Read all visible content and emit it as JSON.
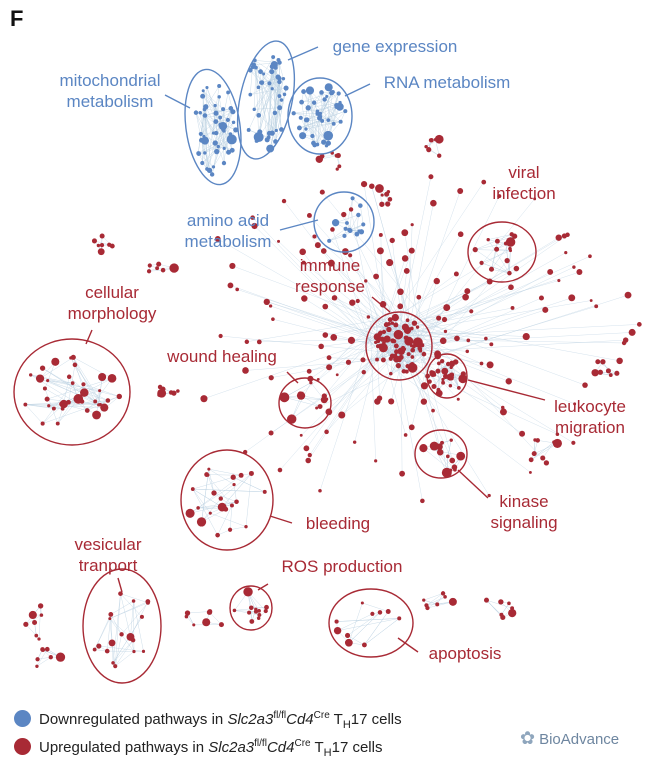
{
  "panel_label": "F",
  "colors": {
    "down": "#5b86c3",
    "up": "#a82a35",
    "edge": "#b8cfe0"
  },
  "clusters": [
    {
      "id": "mito",
      "group": "down",
      "lines": [
        "mitochondrial",
        "metabolism"
      ]
    },
    {
      "id": "gene",
      "group": "down",
      "lines": [
        "gene expression"
      ]
    },
    {
      "id": "rna",
      "group": "down",
      "lines": [
        "RNA metabolism"
      ]
    },
    {
      "id": "amino",
      "group": "down",
      "lines": [
        "amino acid",
        "metabolism"
      ]
    },
    {
      "id": "viral",
      "group": "up",
      "lines": [
        "viral",
        "infection"
      ]
    },
    {
      "id": "immune",
      "group": "up",
      "lines": [
        "immune",
        "response"
      ]
    },
    {
      "id": "morph",
      "group": "up",
      "lines": [
        "cellular",
        "morphology"
      ]
    },
    {
      "id": "wound",
      "group": "up",
      "lines": [
        "wound healing"
      ]
    },
    {
      "id": "leuk",
      "group": "up",
      "lines": [
        "leukocyte",
        "migration"
      ]
    },
    {
      "id": "kinase",
      "group": "up",
      "lines": [
        "kinase",
        "signaling"
      ]
    },
    {
      "id": "bleeding",
      "group": "up",
      "lines": [
        "bleeding"
      ]
    },
    {
      "id": "vesicular",
      "group": "up",
      "lines": [
        "vesicular",
        "tranport"
      ]
    },
    {
      "id": "ros",
      "group": "up",
      "lines": [
        "ROS production"
      ]
    },
    {
      "id": "apoptosis",
      "group": "up",
      "lines": [
        "apoptosis"
      ]
    }
  ],
  "legend": {
    "down": {
      "pre": "Downregulated pathways in ",
      "gene1": "Slc2a3",
      "sup1": "fl/fl",
      "gene2": "Cd4",
      "sup2": "Cre",
      "th": " T",
      "sub": "H",
      "post": "17 cells"
    },
    "up": {
      "pre": "Upregulated pathways in ",
      "gene1": "Slc2a3",
      "sup1": "fl/fl",
      "gene2": "Cd4",
      "sup2": "Cre",
      "th": " T",
      "sub": "H",
      "post": "17 cells"
    }
  },
  "watermark": "BioAdvance"
}
